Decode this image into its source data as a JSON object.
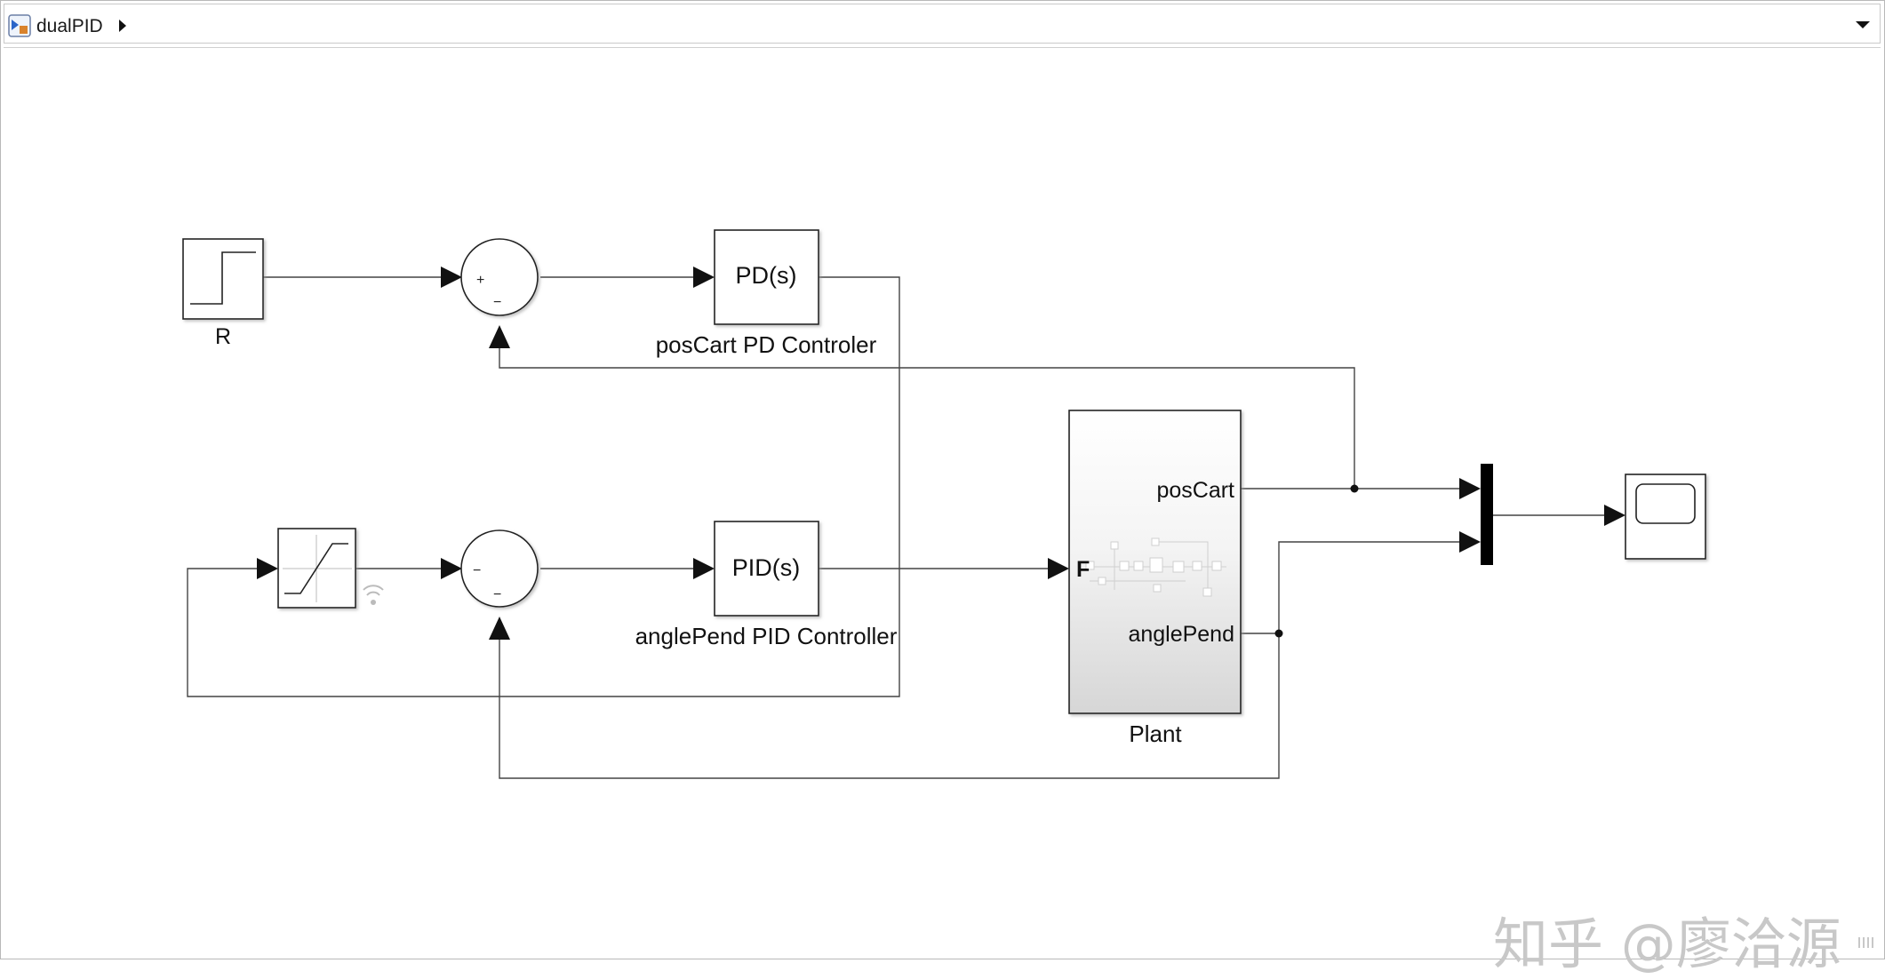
{
  "window": {
    "breadcrumb": "dualPID",
    "watermark": "知乎 @廖洽源"
  },
  "blocks": {
    "step_label": "R",
    "pd_text": "PD(s)",
    "pd_label": "posCart PD Controler",
    "pid_text": "PID(s)",
    "pid_label": "anglePend PID Controller",
    "plant_label": "Plant",
    "plant_in": "F",
    "plant_out1": "posCart",
    "plant_out2": "anglePend",
    "sum1_plus": "+",
    "sum1_minus": "−",
    "sum2_minus_left": "−",
    "sum2_minus_bottom": "−"
  },
  "colors": {
    "line": "#3a3a3a",
    "block_border": "#222222",
    "mux": "#000000",
    "plant_gradient_top": "#ffffff",
    "plant_gradient_bottom": "#d6d6d6",
    "watermark": "#c8c8c8"
  }
}
